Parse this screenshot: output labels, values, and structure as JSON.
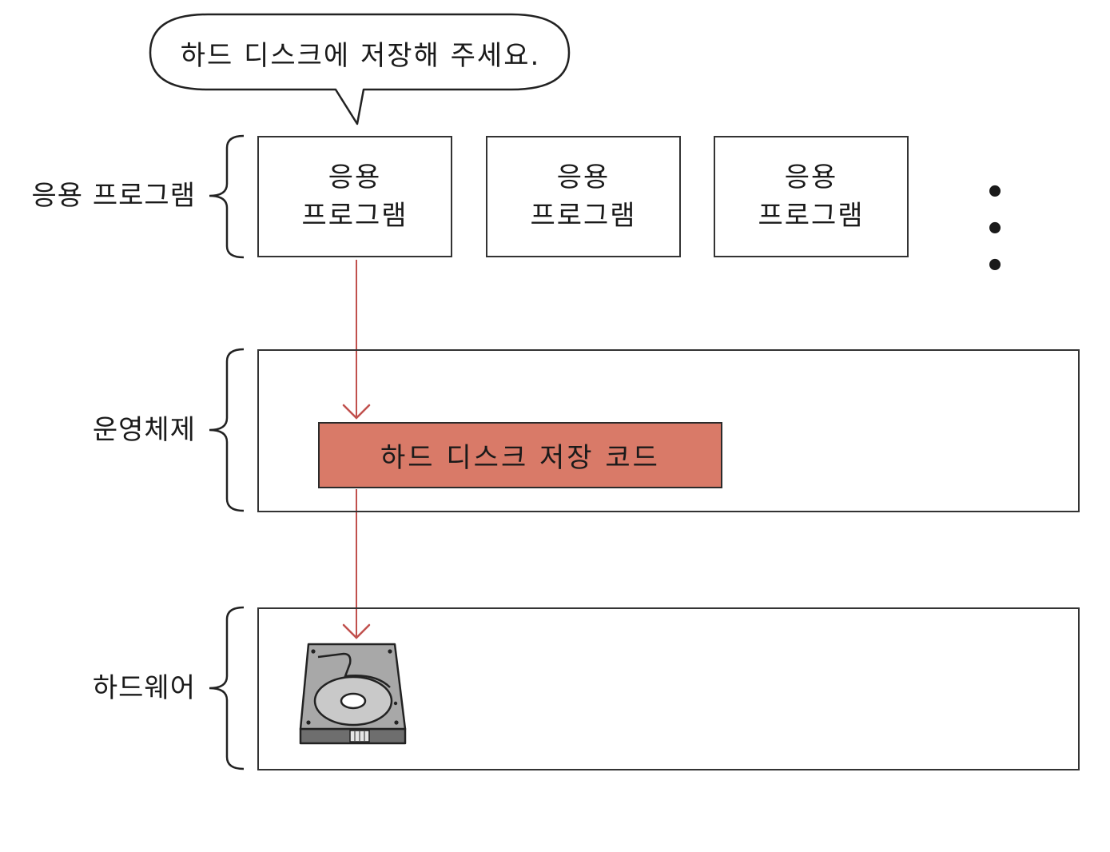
{
  "bubble": {
    "text": "하드 디스크에 저장해 주세요."
  },
  "layers": {
    "application": {
      "label": "응용 프로그램"
    },
    "os": {
      "label": "운영체제"
    },
    "hardware": {
      "label": "하드웨어"
    }
  },
  "apps": [
    {
      "line1": "응용",
      "line2": "프로그램"
    },
    {
      "line1": "응용",
      "line2": "프로그램"
    },
    {
      "line1": "응용",
      "line2": "프로그램"
    }
  ],
  "ellipsis": "• • •",
  "os_code": {
    "label": "하드 디스크 저장 코드"
  },
  "hardware_device": {
    "icon": "hard-disk-icon"
  },
  "colors": {
    "arrow": "#c0504d",
    "code_fill": "#d97a68",
    "stroke": "#333333"
  }
}
